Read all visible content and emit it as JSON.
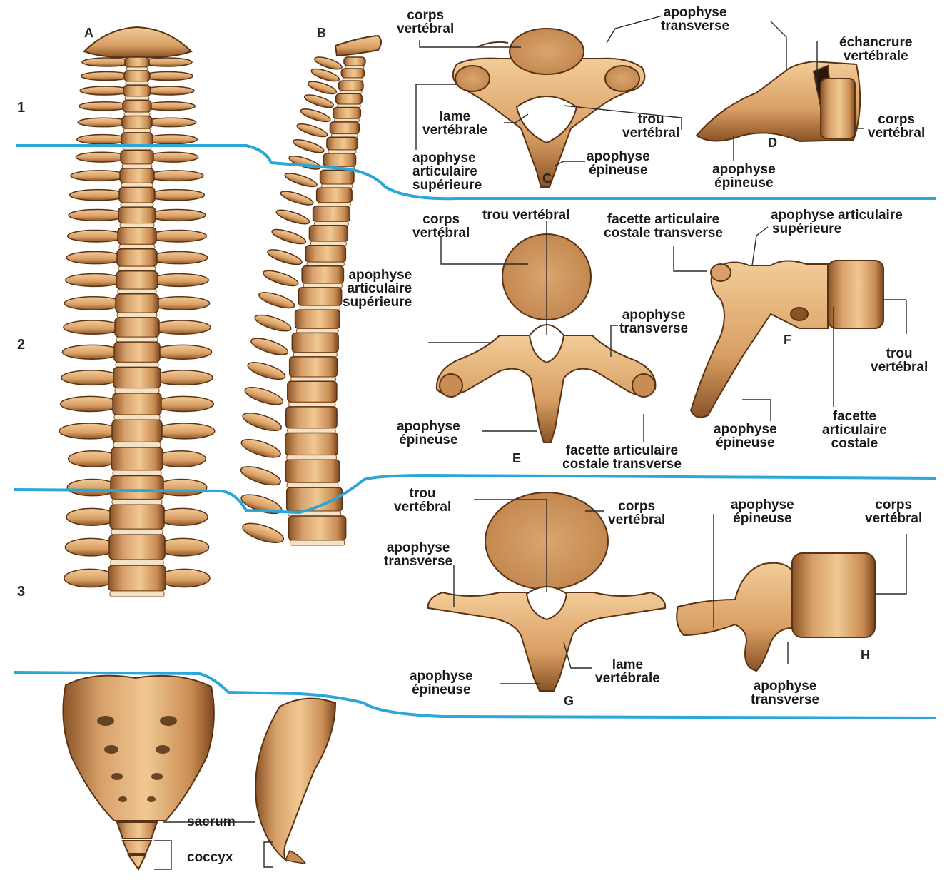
{
  "figures": {
    "A": "A",
    "B": "B",
    "C": "C",
    "D": "D",
    "E": "E",
    "F": "F",
    "G": "G",
    "H": "H"
  },
  "regions": {
    "r1": "1",
    "r2": "2",
    "r3": "3"
  },
  "colors": {
    "bone": "#e3b27a",
    "bone_dark": "#8a5326",
    "disc": "#f3e2c6",
    "ink": "#1a1a1a",
    "divider": "#2aa7d8"
  },
  "labels": {
    "C": {
      "corps": [
        "corps",
        "vertébral"
      ],
      "transverse": [
        "apophyse",
        "transverse"
      ],
      "lame": [
        "lame",
        "vertébrale"
      ],
      "trou": [
        "trou",
        "vertébral"
      ],
      "epineuse": [
        "apophyse",
        "épineuse"
      ],
      "articulaire": [
        "apophyse",
        "articulaire",
        "supérieure"
      ]
    },
    "D": {
      "echancrure": [
        "échancrure",
        "vertébrale"
      ],
      "corps": [
        "corps",
        "vertébral"
      ],
      "epineuse": [
        "apophyse",
        "épineuse"
      ]
    },
    "E": {
      "corps": [
        "corps",
        "vertébral"
      ],
      "trou": [
        "trou vertébral"
      ],
      "articulaire": [
        "apophyse",
        "articulaire",
        "supérieure"
      ],
      "transverse": [
        "apophyse",
        "transverse"
      ],
      "epineuse": [
        "apophyse",
        "épineuse"
      ],
      "facette": [
        "facette articulaire",
        "costale transverse"
      ]
    },
    "F": {
      "facette_transverse": [
        "facette articulaire",
        "costale transverse"
      ],
      "articulaire": [
        "apophyse articulaire",
        "supérieure"
      ],
      "trou": [
        "trou",
        "vertébral"
      ],
      "epineuse": [
        "apophyse",
        "épineuse"
      ],
      "facette_costale": [
        "facette",
        "articulaire",
        "costale"
      ]
    },
    "G": {
      "trou": [
        "trou",
        "vertébral"
      ],
      "corps": [
        "corps",
        "vertébral"
      ],
      "transverse": [
        "apophyse",
        "transverse"
      ],
      "lame": [
        "lame",
        "vertébrale"
      ],
      "epineuse": [
        "apophyse",
        "épineuse"
      ]
    },
    "H": {
      "epineuse": [
        "apophyse",
        "épineuse"
      ],
      "corps": [
        "corps",
        "vertébral"
      ],
      "transverse": [
        "apophyse",
        "transverse"
      ]
    },
    "spine": {
      "sacrum": "sacrum",
      "coccyx": "coccyx"
    }
  }
}
